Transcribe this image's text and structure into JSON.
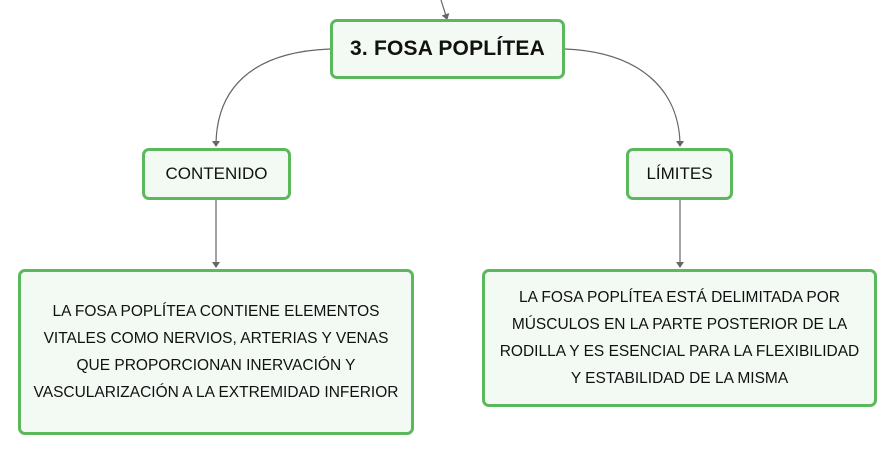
{
  "diagram": {
    "root": {
      "label": "3. FOSA POPLÍTEA"
    },
    "branches": [
      {
        "label": "CONTENIDO",
        "detail": "LA FOSA POPLÍTEA CONTIENE ELEMENTOS VITALES COMO NERVIOS, ARTERIAS Y VENAS QUE PROPORCIONAN INERVACIÓN Y VASCULARIZACIÓN A LA EXTREMIDAD INFERIOR"
      },
      {
        "label": "LÍMITES",
        "detail": "LA FOSA POPLÍTEA ESTÁ DELIMITADA POR MÚSCULOS EN LA PARTE POSTERIOR DE LA RODILLA Y ES ESENCIAL PARA LA FLEXIBILIDAD Y ESTABILIDAD DE LA MISMA"
      }
    ],
    "colors": {
      "node_border": "#5cb85c",
      "node_fill": "#f3faf4",
      "connector": "#666666",
      "text": "#111111"
    }
  }
}
